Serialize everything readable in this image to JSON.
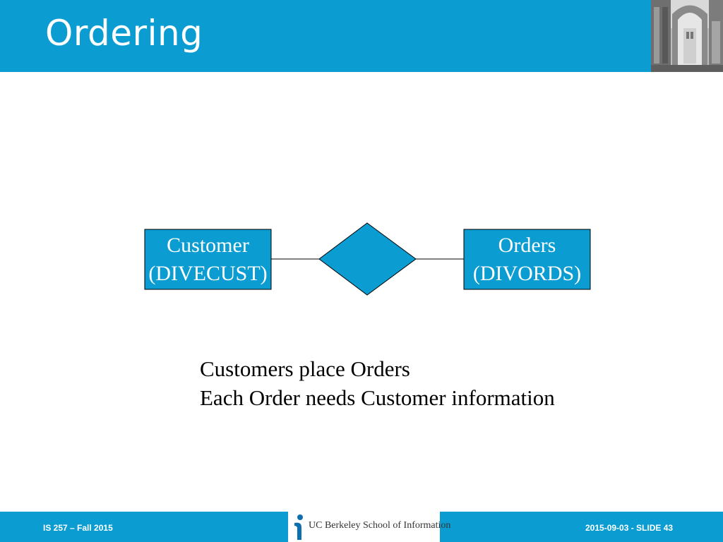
{
  "slide": {
    "title": "Ordering"
  },
  "diagram": {
    "entity_left": {
      "line1": "Customer",
      "line2": "(DIVECUST)"
    },
    "entity_right": {
      "line1": "Orders",
      "line2": "(DIVORDS)"
    }
  },
  "body": {
    "line1": "Customers place Orders",
    "line2": "Each Order needs Customer information"
  },
  "footer": {
    "left": "IS 257 – Fall 2015",
    "logo_text": "UC Berkeley School of Information",
    "right": "2015-09-03 - SLIDE 43"
  },
  "colors": {
    "accent": "#0b9dd1"
  }
}
